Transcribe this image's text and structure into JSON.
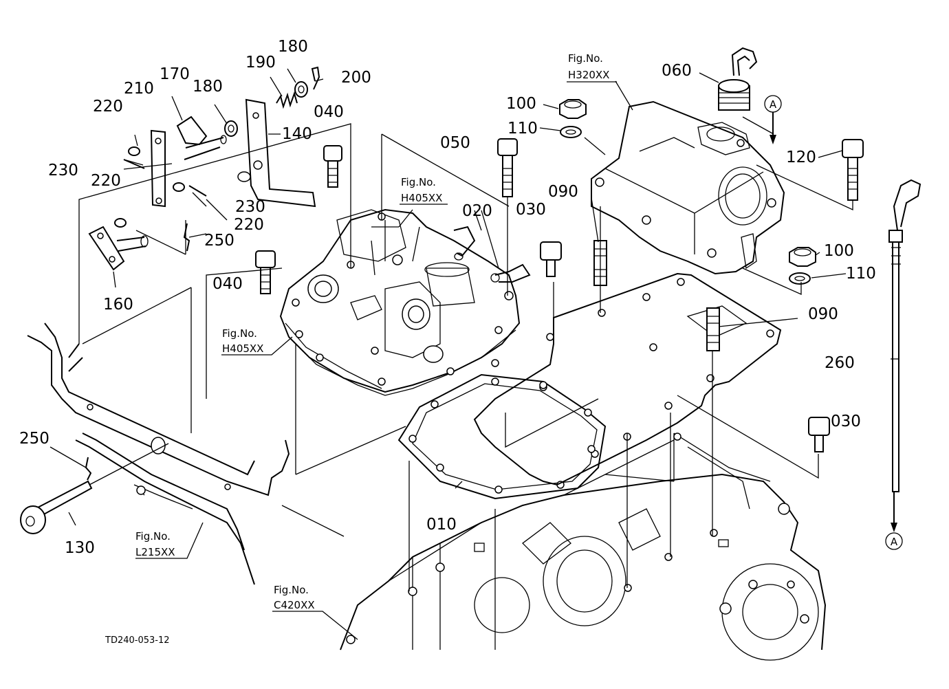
{
  "diagram": {
    "drawing_code": "TD240-053-12",
    "arrow_letter": "A",
    "callouts": {
      "c010": "010",
      "c020": "020",
      "c030a": "030",
      "c030b": "030",
      "c040a": "040",
      "c040b": "040",
      "c050": "050",
      "c060": "060",
      "c090a": "090",
      "c090b": "090",
      "c100a": "100",
      "c100b": "100",
      "c110a": "110",
      "c110b": "110",
      "c120": "120",
      "c130": "130",
      "c140": "140",
      "c160": "160",
      "c170": "170",
      "c180a": "180",
      "c180b": "180",
      "c190": "190",
      "c200": "200",
      "c210": "210",
      "c220a": "220",
      "c220b": "220",
      "c220c": "220",
      "c230a": "230",
      "c230b": "230",
      "c250a": "250",
      "c250b": "250",
      "c260": "260"
    },
    "fig_refs": {
      "prefix": "Fig.No.",
      "h320": "H320XX",
      "h405a": "H405XX",
      "h405b": "H405XX",
      "l215": "L215XX",
      "c420": "C420XX"
    }
  }
}
